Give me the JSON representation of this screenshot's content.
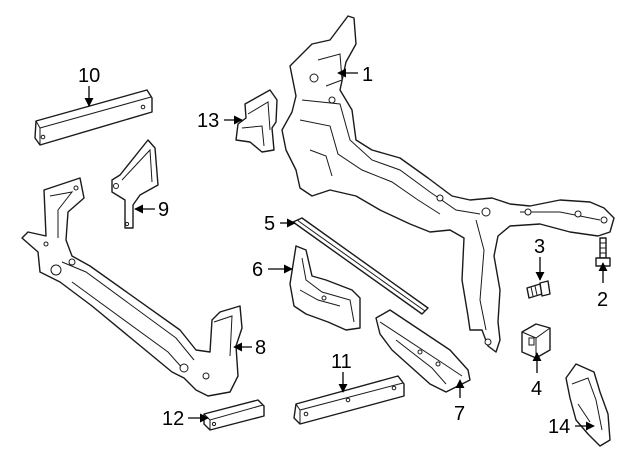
{
  "callouts": [
    {
      "id": "c1",
      "text": "1"
    },
    {
      "id": "c2",
      "text": "2"
    },
    {
      "id": "c3",
      "text": "3"
    },
    {
      "id": "c4",
      "text": "4"
    },
    {
      "id": "c5",
      "text": "5"
    },
    {
      "id": "c6",
      "text": "6"
    },
    {
      "id": "c7",
      "text": "7"
    },
    {
      "id": "c8",
      "text": "8"
    },
    {
      "id": "c9",
      "text": "9"
    },
    {
      "id": "c10",
      "text": "10"
    },
    {
      "id": "c11",
      "text": "11"
    },
    {
      "id": "c12",
      "text": "12"
    },
    {
      "id": "c13",
      "text": "13"
    },
    {
      "id": "c14",
      "text": "14"
    }
  ],
  "colors": {
    "line": "#1a1a1a",
    "fill": "#ffffff",
    "background": "#ffffff"
  }
}
